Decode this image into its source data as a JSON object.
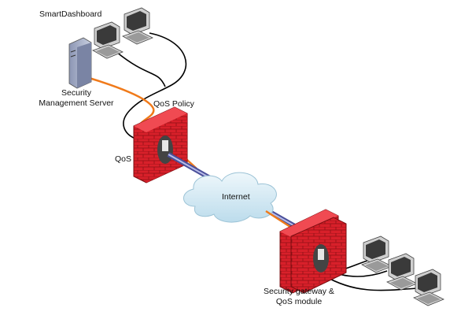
{
  "labels": {
    "smartdashboard": "SmartDashboard",
    "server_line1": "Security",
    "server_line2": "Management Server",
    "qos_policy": "QoS Policy",
    "qos": "QoS",
    "internet": "Internet",
    "gateway_line1": "Security gateway &",
    "gateway_line2": "QoS module"
  },
  "colors": {
    "firewall_red": "#d8202a",
    "policy_orange": "#f07a1a",
    "link_blue": "#4a4f9a",
    "cable_black": "#000000",
    "cloud": "#cfe6f2"
  },
  "icons": [
    "workstation-icon",
    "server-tower-icon",
    "firewall-icon",
    "cloud-icon"
  ]
}
